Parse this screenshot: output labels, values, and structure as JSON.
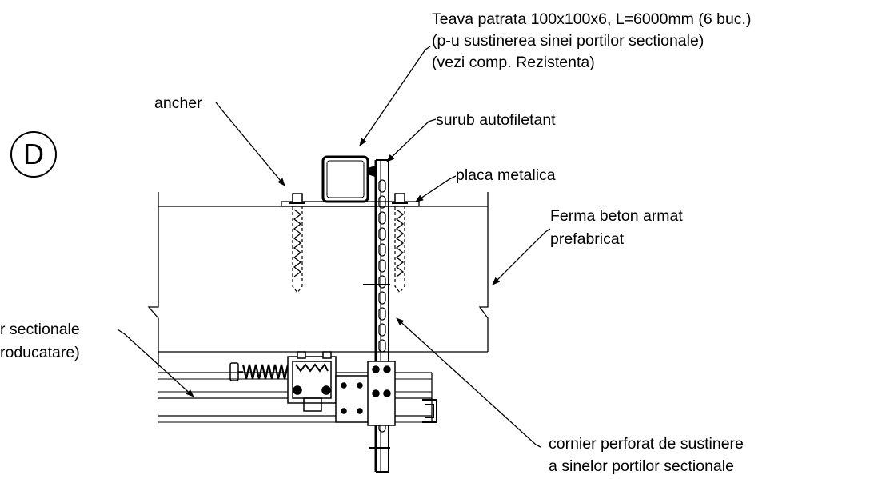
{
  "detail_marker": "D",
  "labels": {
    "teava_line1": "Teava patrata 100x100x6,  L=6000mm (6 buc.)",
    "teava_line2": "(p-u sustinerea sinei portilor sectionale)",
    "teava_line3": "(vezi comp. Rezistenta)",
    "ancher": "ancher",
    "surub": "surub autofiletant",
    "placa": "placa metalica",
    "ferma_line1": "Ferma beton armat",
    "ferma_line2": "prefabricat",
    "sina_line1": "r sectionale",
    "sina_line2": "roducatare)",
    "cornier_line1": "cornier perforat de sustinere",
    "cornier_line2": "a sinelor portilor sectionale"
  }
}
